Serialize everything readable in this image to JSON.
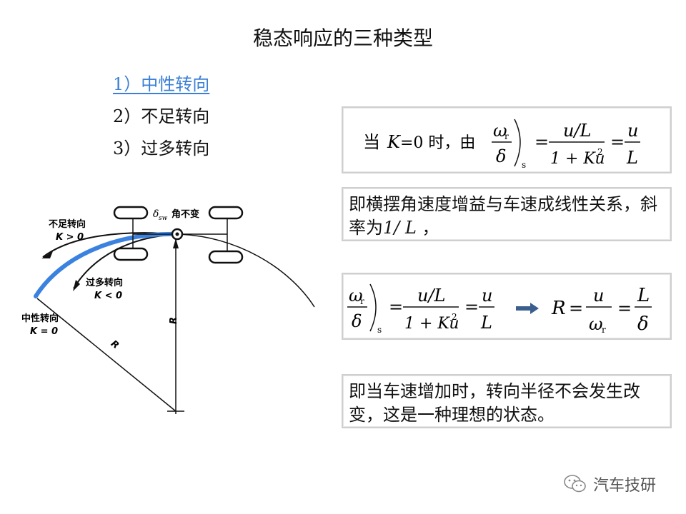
{
  "title": "稳态响应的三种类型",
  "types": [
    {
      "num": "1）",
      "label": "中性转向",
      "active": true
    },
    {
      "num": "2）",
      "label": "不足转向",
      "active": false
    },
    {
      "num": "3）",
      "label": "过多转向",
      "active": false
    }
  ],
  "formula1": {
    "prefix_a": "当 ",
    "K_symbol": "K",
    "prefix_b": "=0 时，由",
    "numerator": "ω",
    "numerator_sub": "r",
    "denominator": "δ",
    "outer_sub": "s",
    "eq_num": "u/L",
    "eq_den": "1 + Ku",
    "eq_den_sup": "2",
    "rhs_num": "u",
    "rhs_den": "L"
  },
  "note1": {
    "text_a": "即横摆角速度增益与车速成线性关系，斜率为",
    "slope": "1/ L",
    "text_b": " ，"
  },
  "formula2": {
    "left_num": "ω",
    "left_num_sub": "r",
    "left_den": "δ",
    "outer_sub": "s",
    "eq_num": "u/L",
    "eq_den": "1 + Ku",
    "eq_den_sup": "2",
    "rhs_num": "u",
    "rhs_den": "L",
    "R": "R",
    "R_num": "u",
    "R_den": "ω",
    "R_den_sub": "r",
    "R_rhs_num": "L",
    "R_rhs_den": "δ"
  },
  "note2": {
    "text": "即当车速增加时，转向半径不会发生改变，这是一种理想的状态。"
  },
  "diagram": {
    "top_label_delta": "δ",
    "top_label_sub": "sw",
    "top_label_rest": "角不变",
    "under_label_line1": "不足转向",
    "under_label_line2": "K > 0",
    "over_label_line1": "过多转向",
    "over_label_line2": "K < 0",
    "neutral_label_line1": "中性转向",
    "neutral_label_line2": "K = 0",
    "radius_label": "R",
    "highlight_color": "#3b82e0"
  },
  "watermark": {
    "icon": "wechat-icon",
    "text": "汽车技研"
  }
}
